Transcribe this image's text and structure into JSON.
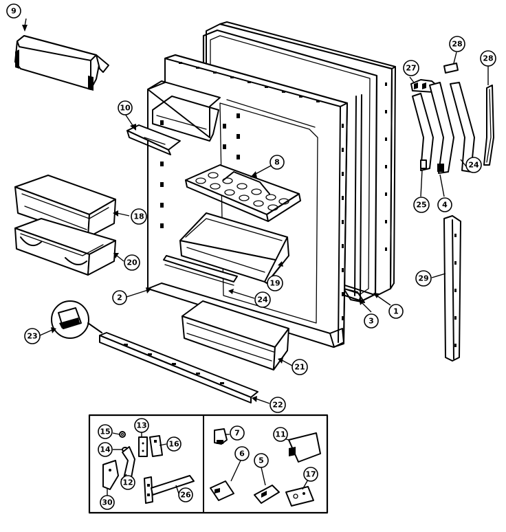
{
  "callouts": {
    "c9a": "9",
    "c10": "10",
    "c8": "8",
    "c18": "18",
    "c20": "20",
    "c19": "19",
    "c2": "2",
    "c24a": "24",
    "c23": "23",
    "c21": "21",
    "c22": "22",
    "c3": "3",
    "c1": "1",
    "c27": "27",
    "c28a": "28",
    "c28b": "28",
    "c24b": "24",
    "c25": "25",
    "c4": "4",
    "c29": "29",
    "c15": "15",
    "c14": "14",
    "c13": "13",
    "c16": "16",
    "c12": "12",
    "c30": "30",
    "c26": "26",
    "c7": "7",
    "c11": "11",
    "c6": "6",
    "c5": "5",
    "c17": "17"
  }
}
